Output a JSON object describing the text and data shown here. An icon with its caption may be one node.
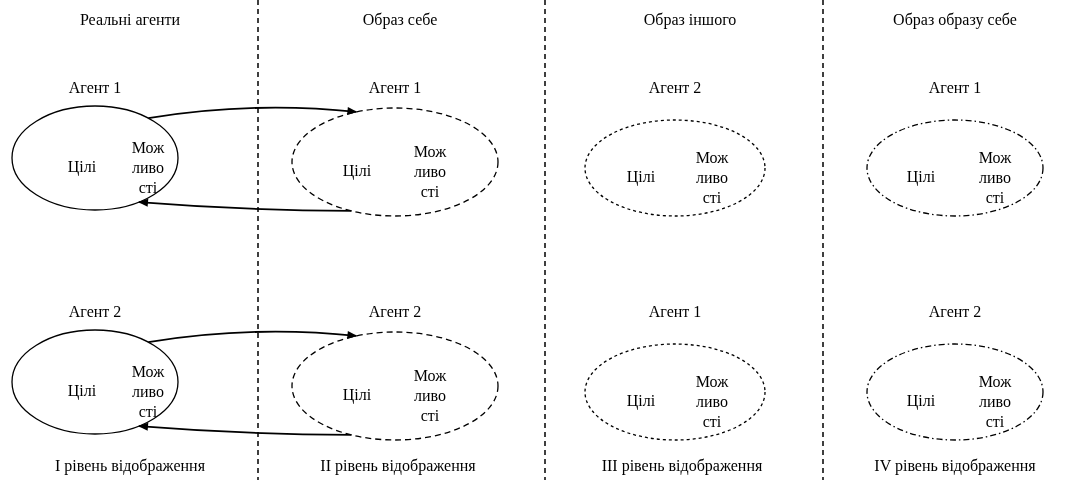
{
  "diagram": {
    "nodes": [
      {
        "text": [
          "Агент 1",
          "Цілі",
          "Мож ливо сті"
        ]
      },
      {
        "text": [
          "Агент 1",
          "Цілі",
          "Мож ливо сті"
        ]
      },
      {
        "text": [
          "Агент 2",
          "Цілі",
          "Мож ливо сті"
        ]
      },
      {
        "text": [
          "Агент 1",
          "Цілі",
          "Мож ливо сті"
        ]
      },
      {
        "text": [
          "Агент 2",
          "Цілі",
          "Мож ливо сті"
        ]
      },
      {
        "text": [
          "Агент 2",
          "Цілі",
          "Мож ливо сті"
        ]
      },
      {
        "text": [
          "Агент 1",
          "Цілі",
          "Мож ливо сті"
        ]
      },
      {
        "text": [
          "Агент 2",
          "Цілі",
          "Мож ливо сті"
        ]
      }
    ],
    "edges": [
      {
        "from": 0,
        "to": 1,
        "arrow": "to"
      },
      {
        "from": 1,
        "to": 0,
        "arrow": "to"
      },
      {
        "from": 4,
        "to": 5,
        "arrow": "to"
      },
      {
        "from": 5,
        "to": 4,
        "arrow": "to"
      }
    ],
    "labels": [
      "Реальні агенти",
      "Образ себе",
      "Образ іншого",
      "Образ образу себе",
      "I рівень відображення",
      "II рівень відображення",
      "III рівень відображення",
      "IV рівень відображення"
    ]
  }
}
